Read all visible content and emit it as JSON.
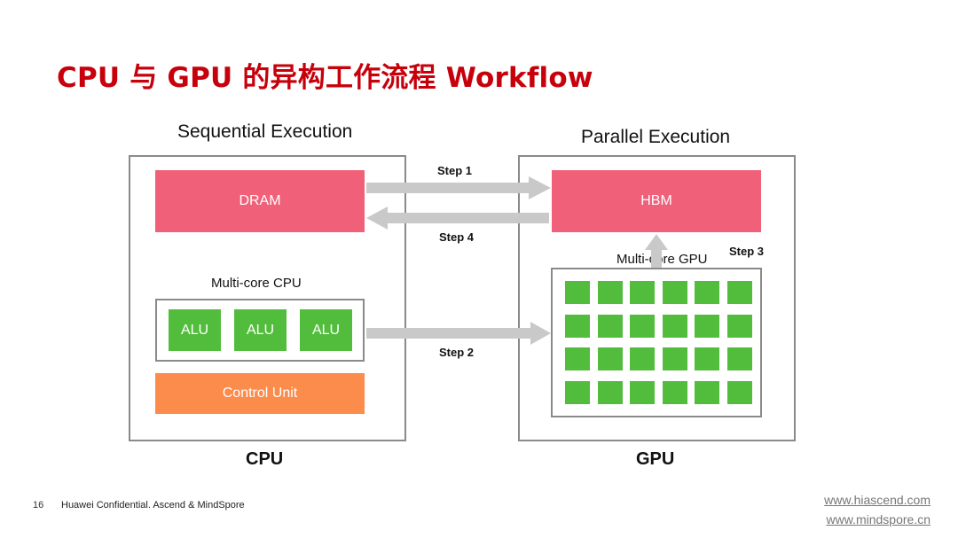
{
  "title": "CPU 与 GPU 的异构工作流程 Workflow",
  "sequential_title": "Sequential Execution",
  "parallel_title": "Parallel Execution",
  "cpu": {
    "memory": "DRAM",
    "core_label": "Multi-core CPU",
    "alus": [
      "ALU",
      "ALU",
      "ALU"
    ],
    "control_unit": "Control Unit",
    "name": "CPU"
  },
  "gpu": {
    "memory": "HBM",
    "core_label": "Multi-core GPU",
    "grid_rows": 4,
    "grid_cols": 6,
    "name": "GPU"
  },
  "steps": {
    "step1": "Step 1",
    "step2": "Step 2",
    "step3": "Step 3",
    "step4": "Step 4"
  },
  "footer": {
    "page_number": "16",
    "confidential": "Huawei Confidential. Ascend & MindSpore",
    "link_1": "www.hiascend.com",
    "link_2": "www.mindspore.cn"
  },
  "colors": {
    "title": "#c7000b",
    "memory": "#f06079",
    "control_unit": "#fb8c4c",
    "core": "#52bd3c",
    "arrow": "#c9c9c9"
  }
}
